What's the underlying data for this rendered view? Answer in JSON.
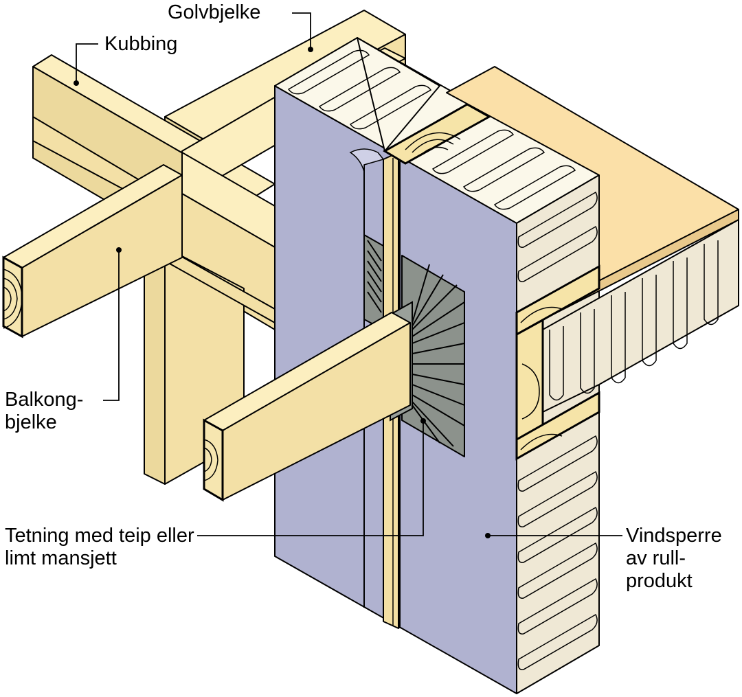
{
  "diagram": {
    "kind": "isometric construction detail",
    "subject": "Balcony beam penetration through wall with wind barrier",
    "colors": {
      "wood_top": "#fcefc0",
      "wood_side": "#f3e0a6",
      "wind_barrier": "#b0b2d0",
      "insulation": "#f7f5e6",
      "insulation_side": "#efe8d5",
      "sealing_tape": "#8c928c",
      "floor_deck": "#fbe0a8",
      "line": "#000000"
    }
  },
  "labels": {
    "golvbjelke": "Golvbjelke",
    "kubbing": "Kubbing",
    "balkongbjelke": [
      "Balkong-",
      "bjelke"
    ],
    "tetning": [
      "Tetning med teip eller",
      "limt mansjett"
    ],
    "vindsperre": [
      "Vindsperre",
      "av rull-",
      "produkt"
    ]
  }
}
